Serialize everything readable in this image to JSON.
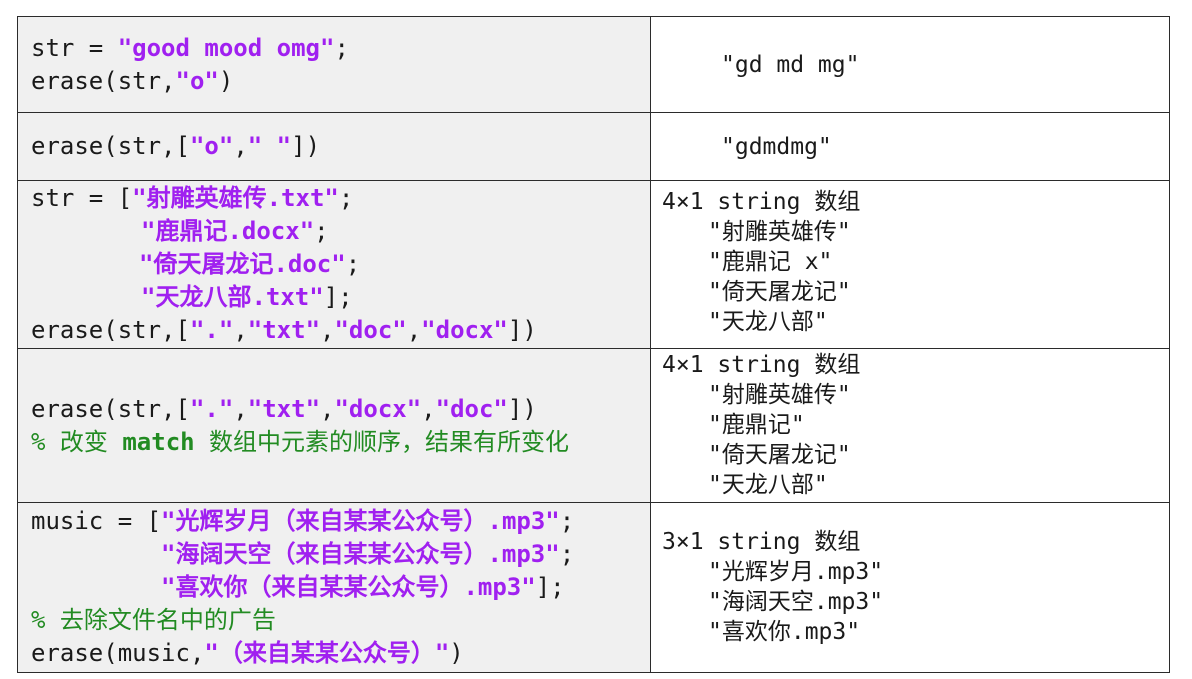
{
  "rows": [
    {
      "code": {
        "l1": {
          "a": "str = ",
          "s": "\"good mood omg\"",
          "b": ";"
        },
        "l2": {
          "a": "erase(str,",
          "s": "\"o\"",
          "b": ")"
        }
      },
      "output": "\"gd md mg\""
    },
    {
      "code": {
        "l1": {
          "a": "erase(str,[",
          "s1": "\"o\"",
          "c": ",",
          "s2": "\" \"",
          "b": "])"
        }
      },
      "output": "\"gdmdmg\""
    },
    {
      "code": {
        "l1": {
          "a": "str = [",
          "s": "\"射雕英雄传.txt\"",
          "b": ";"
        },
        "l2": {
          "s": "\"鹿鼎记.docx\"",
          "b": ";"
        },
        "l3": {
          "s": "\"倚天屠龙记.doc\"",
          "b": ";"
        },
        "l4": {
          "s": "\"天龙八部.txt\"",
          "b": "];"
        },
        "l5": {
          "a": "erase(str,[",
          "s1": "\".\"",
          "c1": ",",
          "s2": "\"txt\"",
          "c2": ",",
          "s3": "\"doc\"",
          "c3": ",",
          "s4": "\"docx\"",
          "b": "])"
        }
      },
      "output": {
        "header": "4×1 string 数组",
        "items": [
          "\"射雕英雄传\"",
          "\"鹿鼎记 x\"",
          "\"倚天屠龙记\"",
          "\"天龙八部\""
        ]
      }
    },
    {
      "code": {
        "l1": {
          "a": "erase(str,[",
          "s1": "\".\"",
          "c1": ",",
          "s2": "\"txt\"",
          "c2": ",",
          "s3": "\"docx\"",
          "c3": ",",
          "s4": "\"doc\"",
          "b": "])"
        },
        "comment": {
          "pre": "% 改变 ",
          "kw": "match",
          "post": " 数组中元素的顺序，结果有所变化"
        }
      },
      "output": {
        "header": "4×1 string 数组",
        "items": [
          "\"射雕英雄传\"",
          "\"鹿鼎记\"",
          "\"倚天屠龙记\"",
          "\"天龙八部\""
        ]
      }
    },
    {
      "code": {
        "l1": {
          "a": "music = [",
          "s": "\"光辉岁月（来自某某公众号）.mp3\"",
          "b": ";"
        },
        "l2": {
          "s": "\"海阔天空（来自某某公众号）.mp3\"",
          "b": ";"
        },
        "l3": {
          "s": "\"喜欢你（来自某某公众号）.mp3\"",
          "b": "];"
        },
        "comment": "% 去除文件名中的广告",
        "l5": {
          "a": "erase(music,",
          "s": "\"（来自某某公众号）\"",
          "b": ")"
        }
      },
      "output": {
        "header": "3×1 string 数组",
        "items": [
          "\"光辉岁月.mp3\"",
          "\"海阔天空.mp3\"",
          "\"喜欢你.mp3\""
        ]
      }
    }
  ]
}
